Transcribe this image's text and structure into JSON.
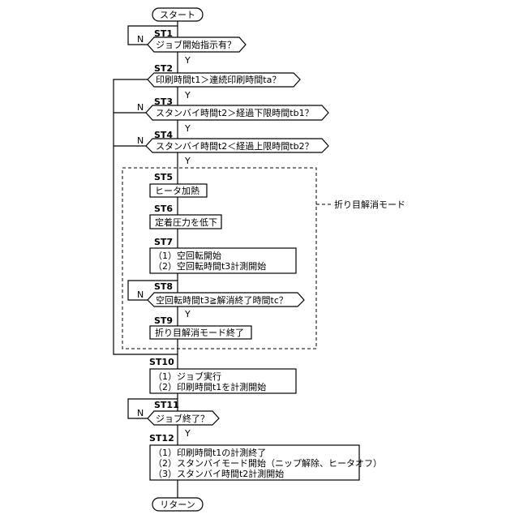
{
  "start": "スタート",
  "end": "リターン",
  "mode_label": "折り目解消モード",
  "steps": {
    "st1": {
      "id": "ST1",
      "text": "ジョブ開始指示有？"
    },
    "st2": {
      "id": "ST2",
      "text": "印刷時間t1＞連続印刷時間ta？"
    },
    "st3": {
      "id": "ST3",
      "text": "スタンバイ時間t2＞経過下限時間tb1？"
    },
    "st4": {
      "id": "ST4",
      "text": "スタンバイ時間t2＜経過上限時間tb2？"
    },
    "st5": {
      "id": "ST5",
      "text": "ヒータ加熱"
    },
    "st6": {
      "id": "ST6",
      "text": "定着圧力を低下"
    },
    "st7": {
      "id": "ST7",
      "lines": [
        "（1）空回転開始",
        "（2）空回転時間t3計測開始"
      ]
    },
    "st8": {
      "id": "ST8",
      "text": "空回転時間t3≧解消終了時間tc？"
    },
    "st9": {
      "id": "ST9",
      "text": "折り目解消モード終了"
    },
    "st10": {
      "id": "ST10",
      "lines": [
        "（1）ジョブ実行",
        "（2）印刷時間t1を計測開始"
      ]
    },
    "st11": {
      "id": "ST11",
      "text": "ジョブ終了？"
    },
    "st12": {
      "id": "ST12",
      "lines": [
        "（1）印刷時間t1の計測終了",
        "（2）スタンバイモード開始（ニップ解除、ヒータオフ）",
        "（3）スタンバイ時間t2計測開始"
      ]
    }
  },
  "branch": {
    "yes": "Y",
    "no": "N"
  }
}
